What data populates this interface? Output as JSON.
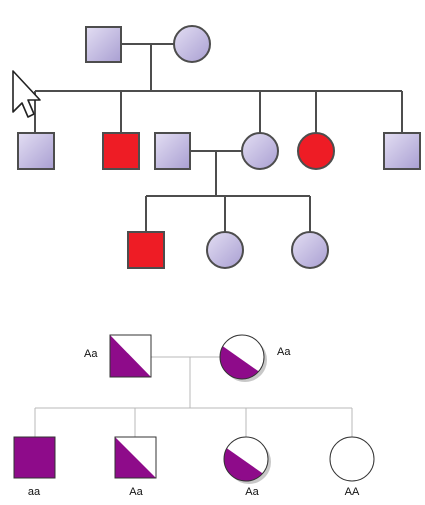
{
  "colors": {
    "unaffected_fill": "#c6c0e3",
    "affected_fill": "#ee1c25",
    "carrier_fill": "#8e0b8a",
    "line": "#4d4d4d",
    "thin_line": "#b8b8b8",
    "cursor_fill": "#ffffff",
    "cursor_stroke": "#222222"
  },
  "cursor": {
    "icon": "mouse-pointer-icon"
  },
  "pedigree_top": {
    "generation_1": [
      {
        "sex": "male",
        "status": "unaffected"
      },
      {
        "sex": "female",
        "status": "unaffected"
      }
    ],
    "generation_2": [
      {
        "sex": "male",
        "status": "unaffected"
      },
      {
        "sex": "male",
        "status": "affected"
      },
      {
        "sex": "male",
        "status": "unaffected",
        "note": "spouse"
      },
      {
        "sex": "female",
        "status": "unaffected"
      },
      {
        "sex": "female",
        "status": "affected"
      },
      {
        "sex": "male",
        "status": "unaffected"
      }
    ],
    "generation_3": [
      {
        "sex": "male",
        "status": "affected"
      },
      {
        "sex": "female",
        "status": "unaffected"
      },
      {
        "sex": "female",
        "status": "unaffected"
      }
    ]
  },
  "pedigree_bottom": {
    "parents": [
      {
        "sex": "male",
        "genotype": "Aa",
        "status": "carrier"
      },
      {
        "sex": "female",
        "genotype": "Aa",
        "status": "carrier"
      }
    ],
    "children": [
      {
        "sex": "male",
        "genotype": "aa",
        "status": "affected"
      },
      {
        "sex": "male",
        "genotype": "Aa",
        "status": "carrier"
      },
      {
        "sex": "female",
        "genotype": "Aa",
        "status": "carrier"
      },
      {
        "sex": "female",
        "genotype": "AA",
        "status": "unaffected"
      }
    ]
  }
}
